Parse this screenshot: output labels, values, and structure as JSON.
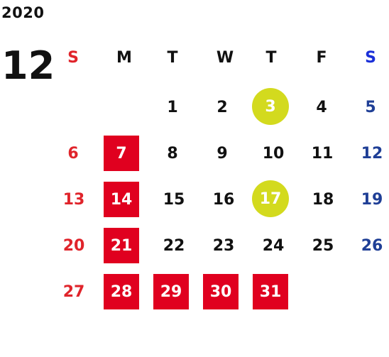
{
  "year": "2020",
  "month": "12",
  "weekdays": [
    "S",
    "M",
    "T",
    "W",
    "T",
    "F",
    "S"
  ],
  "days": {
    "d1": "1",
    "d2": "2",
    "d3": "3",
    "d4": "4",
    "d5": "5",
    "d6": "6",
    "d7": "7",
    "d8": "8",
    "d9": "9",
    "d10": "10",
    "d11": "11",
    "d12": "12",
    "d13": "13",
    "d14": "14",
    "d15": "15",
    "d16": "16",
    "d17": "17",
    "d18": "18",
    "d19": "19",
    "d20": "20",
    "d21": "21",
    "d22": "22",
    "d23": "23",
    "d24": "24",
    "d25": "25",
    "d26": "26",
    "d27": "27",
    "d28": "28",
    "d29": "29",
    "d30": "30",
    "d31": "31"
  },
  "colors": {
    "sunday": "#e0242b",
    "saturday": "#1f3f96",
    "holiday_fill": "#e0001f",
    "event_fill": "#d3da1e"
  }
}
